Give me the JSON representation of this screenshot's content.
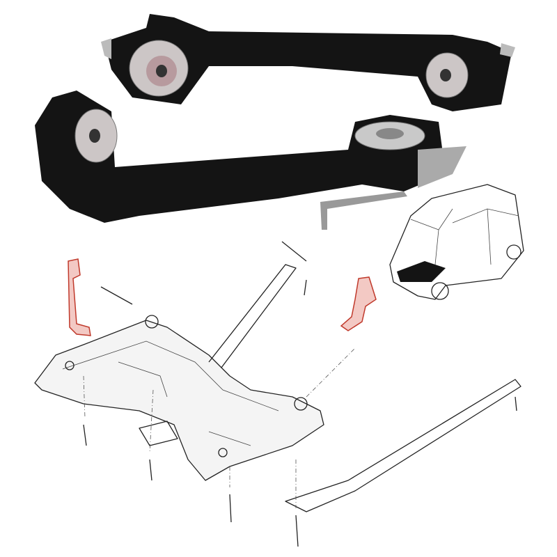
{
  "colors": {
    "background": "#ffffff",
    "arm": "#141414",
    "bushing_metal": "#c9c4c4",
    "bushing_core": "#b79a9e",
    "highlight_parts": "#c0392b",
    "line_art": "#222222"
  },
  "icons": [
    "control-arm-photo",
    "subframe-diagram",
    "van-illustration"
  ]
}
